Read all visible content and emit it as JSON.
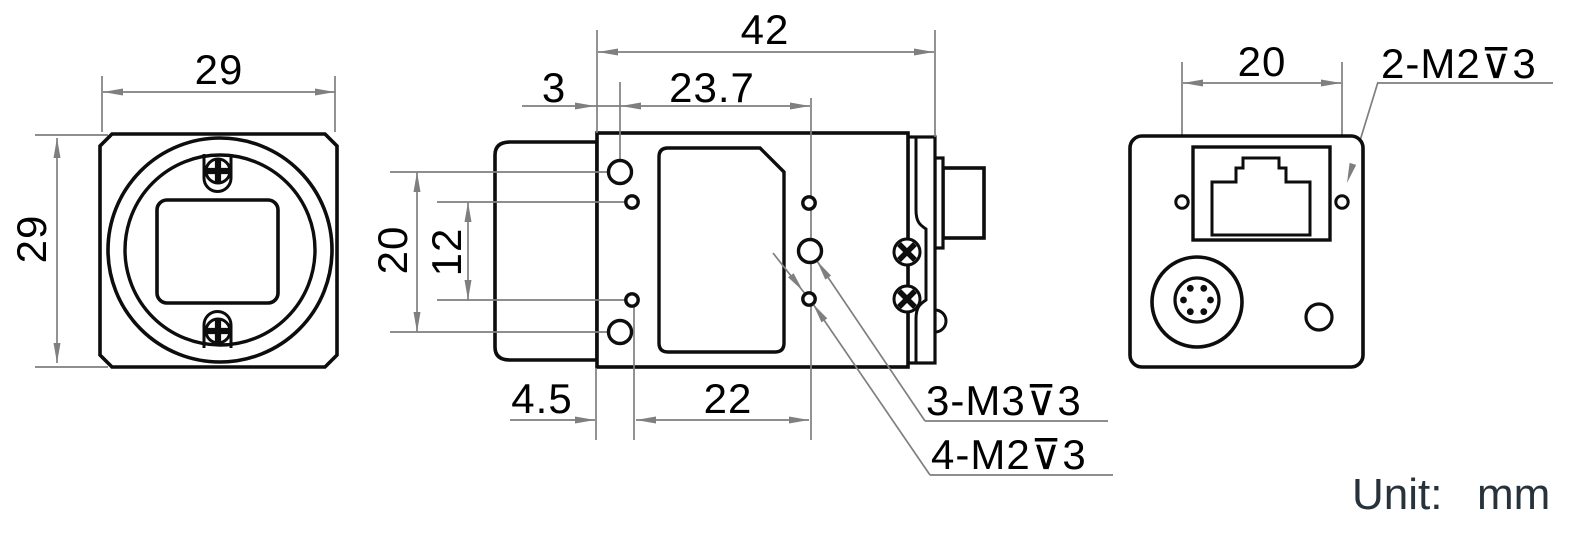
{
  "drawing": {
    "front_view": {
      "width": "29",
      "height": "29"
    },
    "side_view": {
      "length": "42",
      "front_to_m3": "3",
      "m3_span": "23.7",
      "m3_vertical_span": "20",
      "m2_vertical_span": "12",
      "front_to_m2": "4.5",
      "m2_span": "22",
      "m3_thread_label": "3-M3⊽3",
      "m2_thread_label": "4-M2⊽3"
    },
    "rear_view": {
      "hole_span": "20",
      "thread_label": "2-M2⊽3"
    },
    "unit_note": {
      "label": "Unit:",
      "value": "mm"
    }
  },
  "colors": {
    "outline": "#0d0d0d",
    "dimension": "#7f7f7f",
    "dim_text": "#000000",
    "unit_text": "#28323b",
    "background": "#ffffff"
  }
}
